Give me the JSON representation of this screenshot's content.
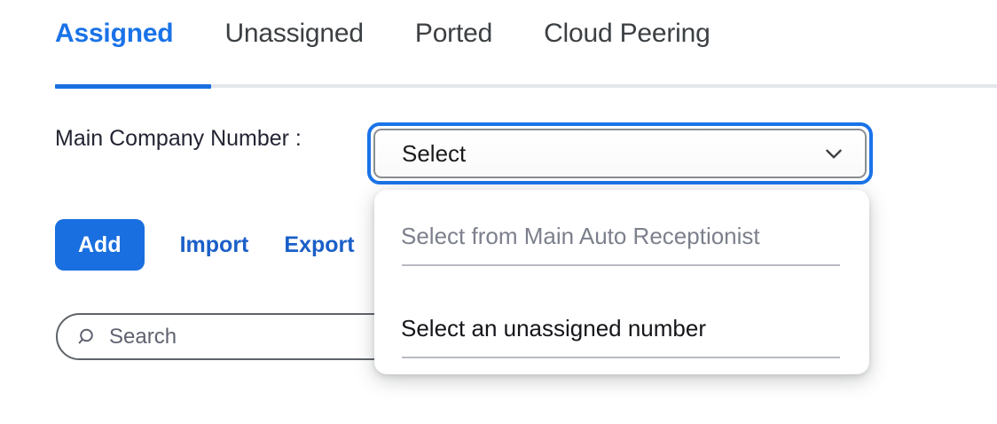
{
  "tabs": [
    {
      "label": "Assigned",
      "active": true
    },
    {
      "label": "Unassigned",
      "active": false
    },
    {
      "label": "Ported",
      "active": false
    },
    {
      "label": "Cloud Peering",
      "active": false
    }
  ],
  "field": {
    "label": "Main Company Number :",
    "select_value": "Select",
    "chevron_icon": "chevron-down-icon"
  },
  "actions": {
    "add_label": "Add",
    "import_label": "Import",
    "export_label": "Export"
  },
  "search": {
    "placeholder": "Search",
    "value": "",
    "icon": "search-icon"
  },
  "dropdown": {
    "items": [
      {
        "label": "Select from Main Auto Receptionist",
        "disabled": true
      },
      {
        "label": "Select an unassigned number",
        "disabled": false
      }
    ]
  },
  "colors": {
    "accent_blue": "#1a73e8",
    "button_blue": "#1a6fe0",
    "link_blue": "#1a5fc8",
    "text_dark": "#232533",
    "text_muted": "#7c808c",
    "tab_inactive": "#3c4043",
    "divider_grey": "#b9bbc4",
    "tabline_grey": "#e4e6ea"
  }
}
